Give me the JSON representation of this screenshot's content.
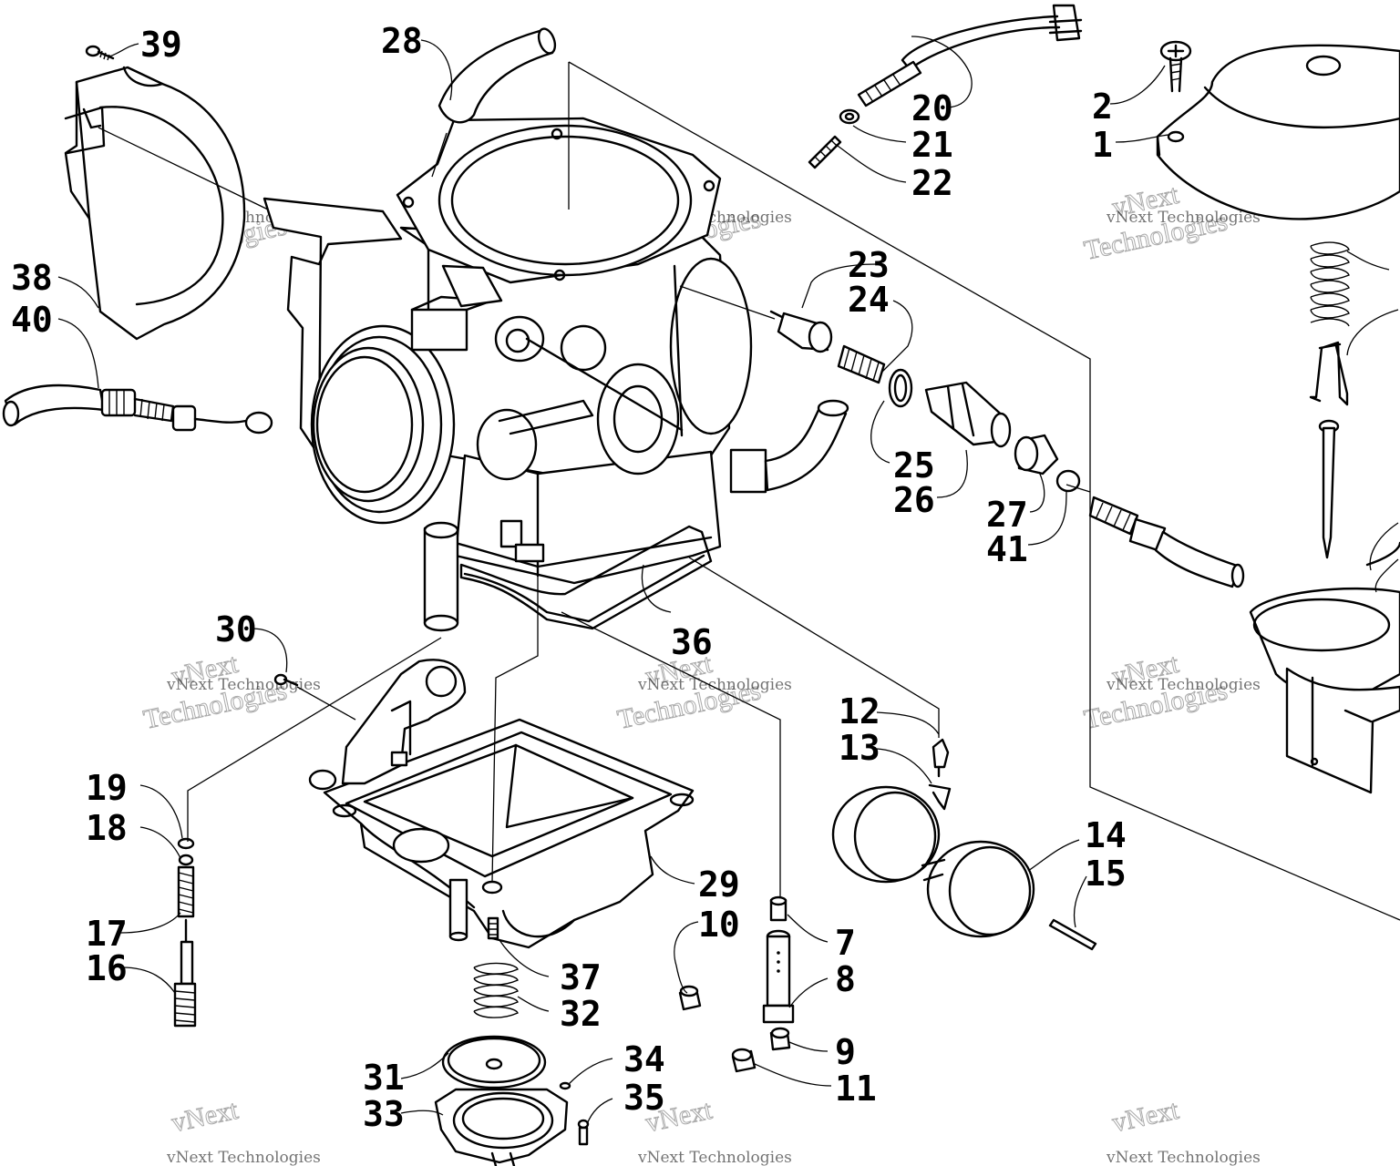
{
  "watermark": {
    "line1": "vNext Technologies",
    "line2": "vNext",
    "line3": "Technologies"
  },
  "callouts": {
    "c1": "1",
    "c2": "2",
    "c7": "7",
    "c8": "8",
    "c9": "9",
    "c10": "10",
    "c11": "11",
    "c12": "12",
    "c13": "13",
    "c14": "14",
    "c15": "15",
    "c16": "16",
    "c17": "17",
    "c18": "18",
    "c19": "19",
    "c20": "20",
    "c21": "21",
    "c22": "22",
    "c23": "23",
    "c24": "24",
    "c25": "25",
    "c26": "26",
    "c27": "27",
    "c28": "28",
    "c29": "29",
    "c30": "30",
    "c31": "31",
    "c32": "32",
    "c33": "33",
    "c34": "34",
    "c35": "35",
    "c36": "36",
    "c37": "37",
    "c38": "38",
    "c39": "39",
    "c40": "40",
    "c41": "41"
  }
}
